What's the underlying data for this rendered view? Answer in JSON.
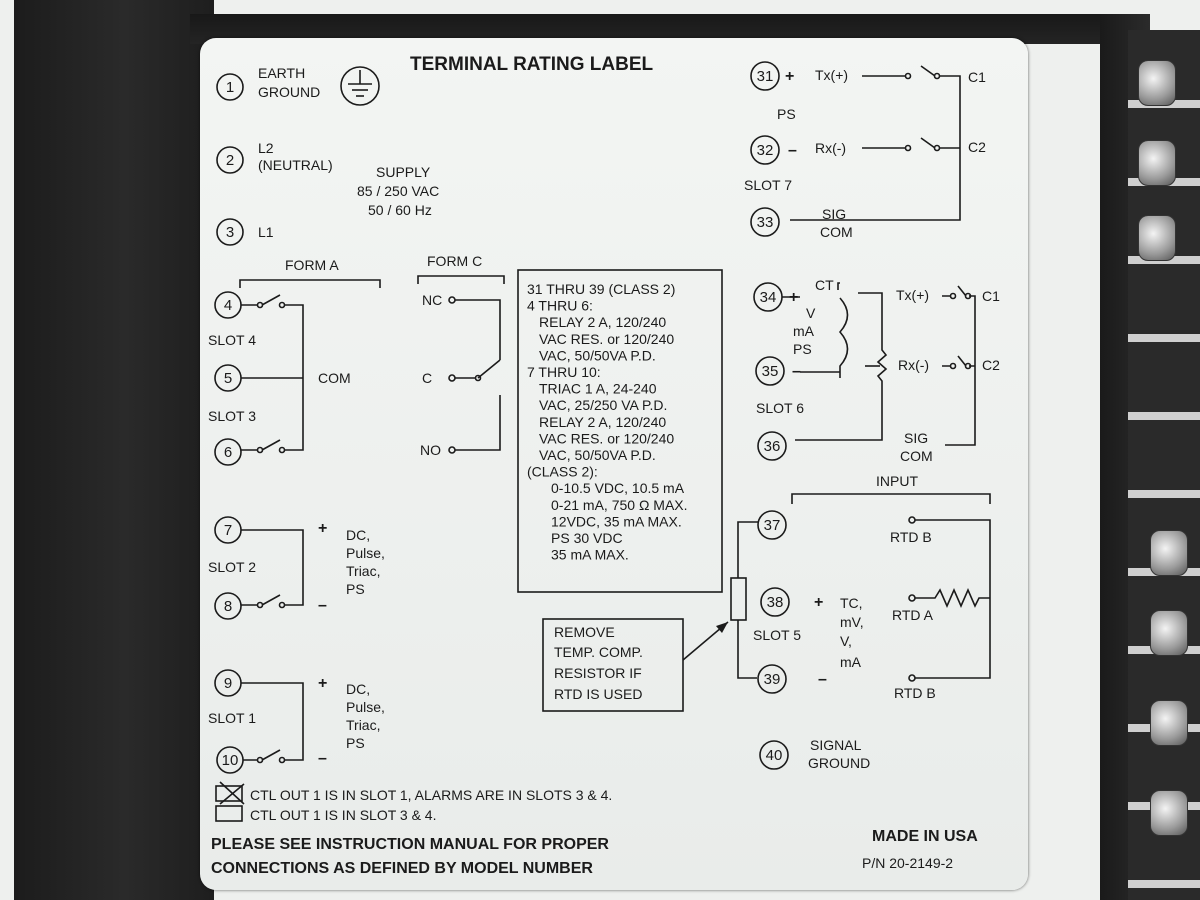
{
  "label": {
    "title": "TERMINAL RATING LABEL",
    "t1": {
      "num": "1",
      "line1": "EARTH",
      "line2": "GROUND"
    },
    "t2": {
      "num": "2",
      "line1": "L2",
      "line2": "(NEUTRAL)"
    },
    "t3": {
      "num": "3",
      "line1": "L1"
    },
    "supply": {
      "line1": "SUPPLY",
      "line2": "85 / 250 VAC",
      "line3": "50 / 60 Hz"
    },
    "form_a": "FORM A",
    "form_c": "FORM C",
    "t4": "4",
    "t5": "5",
    "t6": "6",
    "t7": "7",
    "t8": "8",
    "t9": "9",
    "t10": "10",
    "slot4": "SLOT 4",
    "slot3": "SLOT 3",
    "slot2": "SLOT 2",
    "slot1": "SLOT 1",
    "com": "COM",
    "nc": "NC",
    "c": "C",
    "no": "NO",
    "out7_8": {
      "plus": "+",
      "minus": "–",
      "line1": "DC,",
      "line2": "Pulse,",
      "line3": "Triac,",
      "line4": "PS"
    },
    "out9_10": {
      "plus": "+",
      "minus": "–",
      "line1": "DC,",
      "line2": "Pulse,",
      "line3": "Triac,",
      "line4": "PS"
    },
    "ratings": [
      "31 THRU 39 (CLASS 2)",
      "4 THRU 6:",
      "RELAY 2 A, 120/240",
      "VAC RES. or 120/240",
      "VAC, 50/50VA P.D.",
      "7 THRU 10:",
      "TRIAC 1 A, 24-240",
      "VAC, 25/250 VA P.D.",
      "RELAY 2 A, 120/240",
      "VAC RES. or 120/240",
      "VAC, 50/50VA P.D.",
      "(CLASS 2):",
      "0-10.5 VDC, 10.5 mA",
      "0-21 mA, 750 Ω MAX.",
      "12VDC, 35 mA MAX.",
      "PS  30 VDC",
      "35 mA MAX."
    ],
    "remove_note": [
      "REMOVE",
      "TEMP. COMP.",
      "RESISTOR IF",
      "RTD IS USED"
    ],
    "t31": "31",
    "t32": "32",
    "t33": "33",
    "slot7": {
      "ps": "PS",
      "plus": "+",
      "minus": "–",
      "tx": "Tx(+)",
      "rx": "Rx(-)",
      "c1": "C1",
      "c2": "C2",
      "sig1": "SIG",
      "sig2": "COM",
      "slot": "SLOT 7"
    },
    "t34": "34",
    "t35": "35",
    "t36": "36",
    "slot6": {
      "plus": "+",
      "minus": "–",
      "ct": "CT",
      "v": "V",
      "ma": "mA",
      "ps": "PS",
      "tx": "Tx(+)",
      "rx": "Rx(-)",
      "c1": "C1",
      "c2": "C2",
      "sig1": "SIG",
      "sig2": "COM",
      "slot": "SLOT 6"
    },
    "input": "INPUT",
    "t37": "37",
    "t38": "38",
    "t39": "39",
    "t40": "40",
    "slot5": {
      "slot": "SLOT 5",
      "plus": "+",
      "minus": "–",
      "tc": "TC,",
      "mv": "mV,",
      "v": "V,",
      "ma": "mA",
      "rtd_b1": "RTD B",
      "rtd_a": "RTD A",
      "rtd_b2": "RTD B"
    },
    "signal_ground": {
      "line1": "SIGNAL",
      "line2": "GROUND"
    },
    "option1": "CTL OUT 1 IS IN SLOT 1, ALARMS ARE IN SLOTS 3 & 4.",
    "option2": "CTL OUT 1 IS IN SLOT 3 & 4.",
    "manual_note": {
      "line1": "PLEASE SEE INSTRUCTION MANUAL FOR PROPER",
      "line2": "CONNECTIONS AS DEFINED BY MODEL NUMBER"
    },
    "made_in": "MADE IN USA",
    "part_number": "P/N 20-2149-2"
  }
}
